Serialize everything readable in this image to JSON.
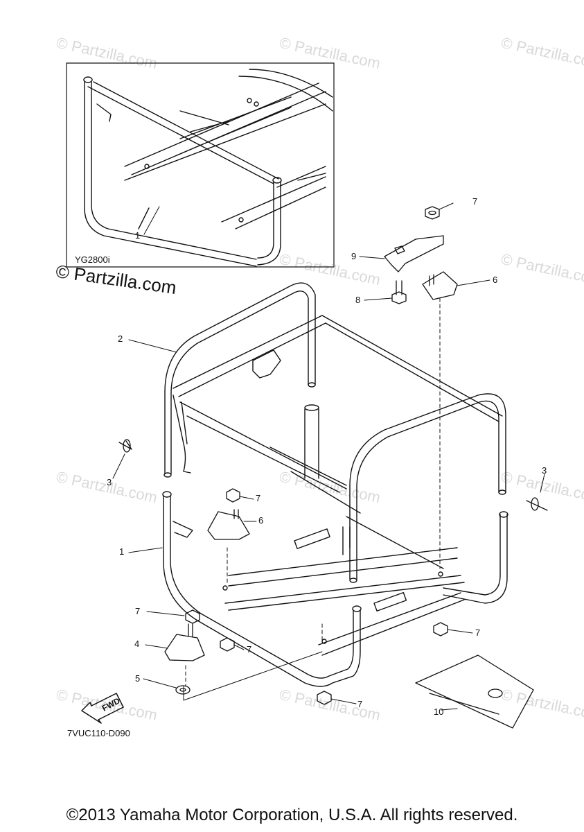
{
  "diagram": {
    "inset_model": "YG2800i",
    "diagram_code": "7VUC110-D090",
    "fwd_label": "FWD",
    "copyright": "©2013 Yamaha Motor Corporation, U.S.A. All rights reserved.",
    "watermark_dark": "© Partzilla.com",
    "watermark_light": "© Partzilla.com",
    "callouts": [
      {
        "id": "c-inset-1",
        "text": "1"
      },
      {
        "id": "c-2",
        "text": "2"
      },
      {
        "id": "c-7a",
        "text": "7"
      },
      {
        "id": "c-9",
        "text": "9"
      },
      {
        "id": "c-6a",
        "text": "6"
      },
      {
        "id": "c-8",
        "text": "8"
      },
      {
        "id": "c-3a",
        "text": "3"
      },
      {
        "id": "c-3b",
        "text": "3"
      },
      {
        "id": "c-7b",
        "text": "7"
      },
      {
        "id": "c-6b",
        "text": "6"
      },
      {
        "id": "c-1",
        "text": "1"
      },
      {
        "id": "c-7c",
        "text": "7"
      },
      {
        "id": "c-4",
        "text": "4"
      },
      {
        "id": "c-7d",
        "text": "7"
      },
      {
        "id": "c-5",
        "text": "5"
      },
      {
        "id": "c-7e",
        "text": "7"
      },
      {
        "id": "c-7f",
        "text": "7"
      },
      {
        "id": "c-10",
        "text": "10"
      }
    ]
  }
}
